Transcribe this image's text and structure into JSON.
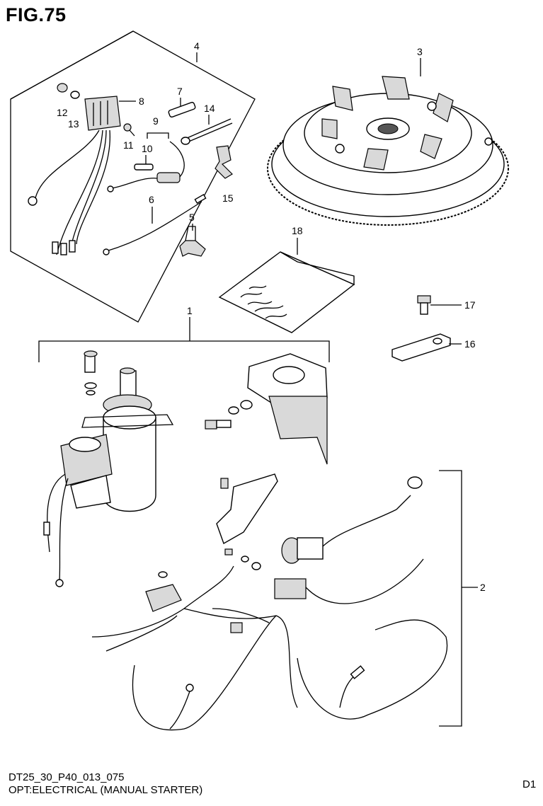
{
  "figure": {
    "title": "FIG.75",
    "code": "DT25_30_P40_013_075",
    "description": "OPT:ELECTRICAL (MANUAL STARTER)",
    "page_mark": "D1"
  },
  "callouts": [
    "1",
    "2",
    "3",
    "4",
    "5",
    "6",
    "7",
    "8",
    "9",
    "10",
    "11",
    "12",
    "13",
    "14",
    "15",
    "16",
    "17",
    "18"
  ],
  "parts": [
    {
      "id": "starter-motor",
      "label": "1"
    },
    {
      "id": "wire-harness-set",
      "label": "2"
    },
    {
      "id": "flywheel",
      "label": "3"
    },
    {
      "id": "rectifier-kit",
      "label": "4"
    },
    {
      "id": "clamp",
      "label": "5"
    },
    {
      "id": "lead-wire",
      "label": "6"
    },
    {
      "id": "fuse",
      "label": "7"
    },
    {
      "id": "rectifier",
      "label": "8"
    },
    {
      "id": "fuse-holder",
      "label": "9"
    },
    {
      "id": "fuse-small",
      "label": "10"
    },
    {
      "id": "screw",
      "label": "11"
    },
    {
      "id": "nut",
      "label": "12"
    },
    {
      "id": "washer",
      "label": "13"
    },
    {
      "id": "band",
      "label": "14"
    },
    {
      "id": "clip",
      "label": "15"
    },
    {
      "id": "plate",
      "label": "16"
    },
    {
      "id": "bolt",
      "label": "17"
    },
    {
      "id": "manual-bag",
      "label": "18"
    }
  ]
}
